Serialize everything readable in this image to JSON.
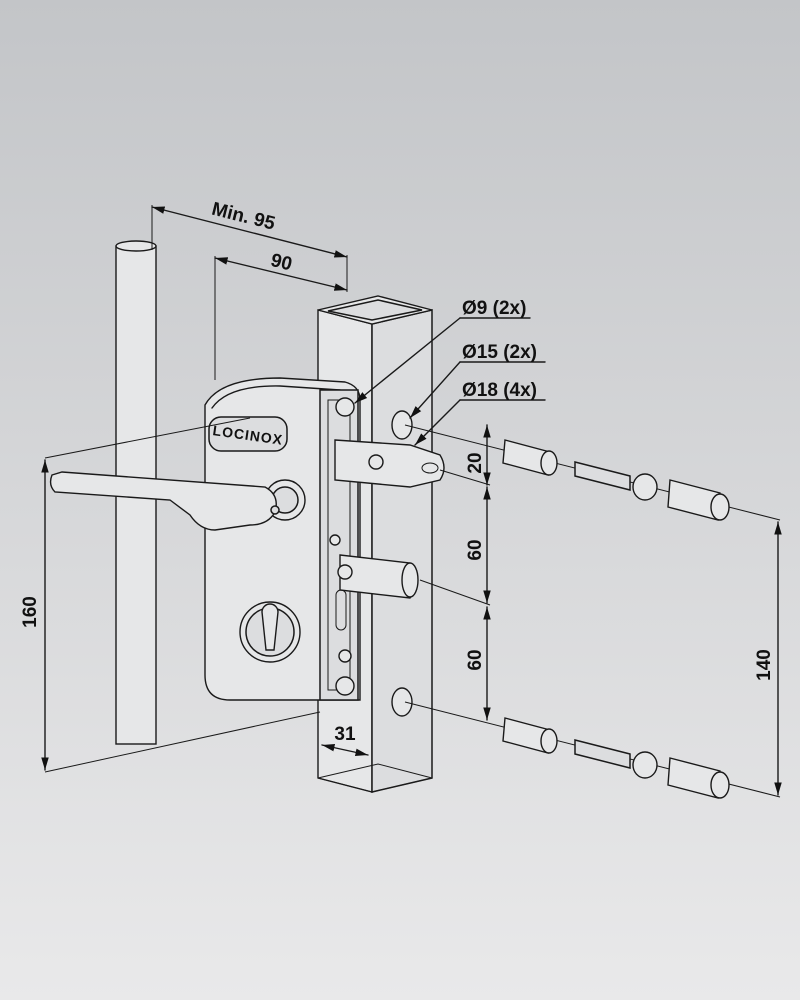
{
  "brand": "LOCINOX",
  "dimensions": {
    "min_width": "Min. 95",
    "width": "90",
    "height_total": "160",
    "hole_spacing": "140",
    "offset_top": "20",
    "spacing_1": "60",
    "spacing_2": "60",
    "depth": "31"
  },
  "holes": {
    "d9": "Ø9 (2x)",
    "d15": "Ø15 (2x)",
    "d18": "Ø18 (4x)"
  }
}
